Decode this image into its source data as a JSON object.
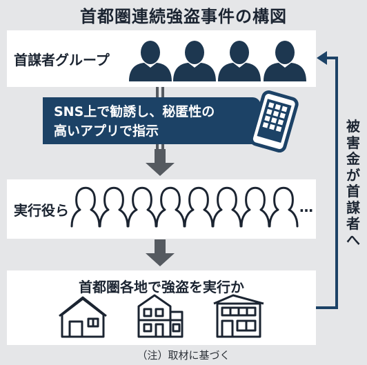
{
  "title": "首都圏連続強盗事件の構図",
  "group": {
    "label": "首謀者グループ"
  },
  "banner": {
    "line1": "SNS上で勧誘し、秘匿性の",
    "line2": "高いアプリで指示"
  },
  "executors": {
    "label": "実行役ら",
    "ellipsis": "…"
  },
  "regions": {
    "label": "首都圏各地で強盗を実行か"
  },
  "victims_chars": [
    "被",
    "害",
    "金",
    "が",
    "首",
    "謀",
    "者",
    "へ"
  ],
  "note": "（注）取材に基づく",
  "colors": {
    "navy": "#1c4266",
    "person": "#1d3750",
    "outline": "#1b2431",
    "arrow": "#555a60",
    "background": "#e5e6e8",
    "panel": "#ffffff"
  },
  "icons": {
    "leader": "person-silhouette-icon",
    "executor": "person-outline-icon",
    "phone": "smartphone-icon",
    "house": "house-icon"
  }
}
